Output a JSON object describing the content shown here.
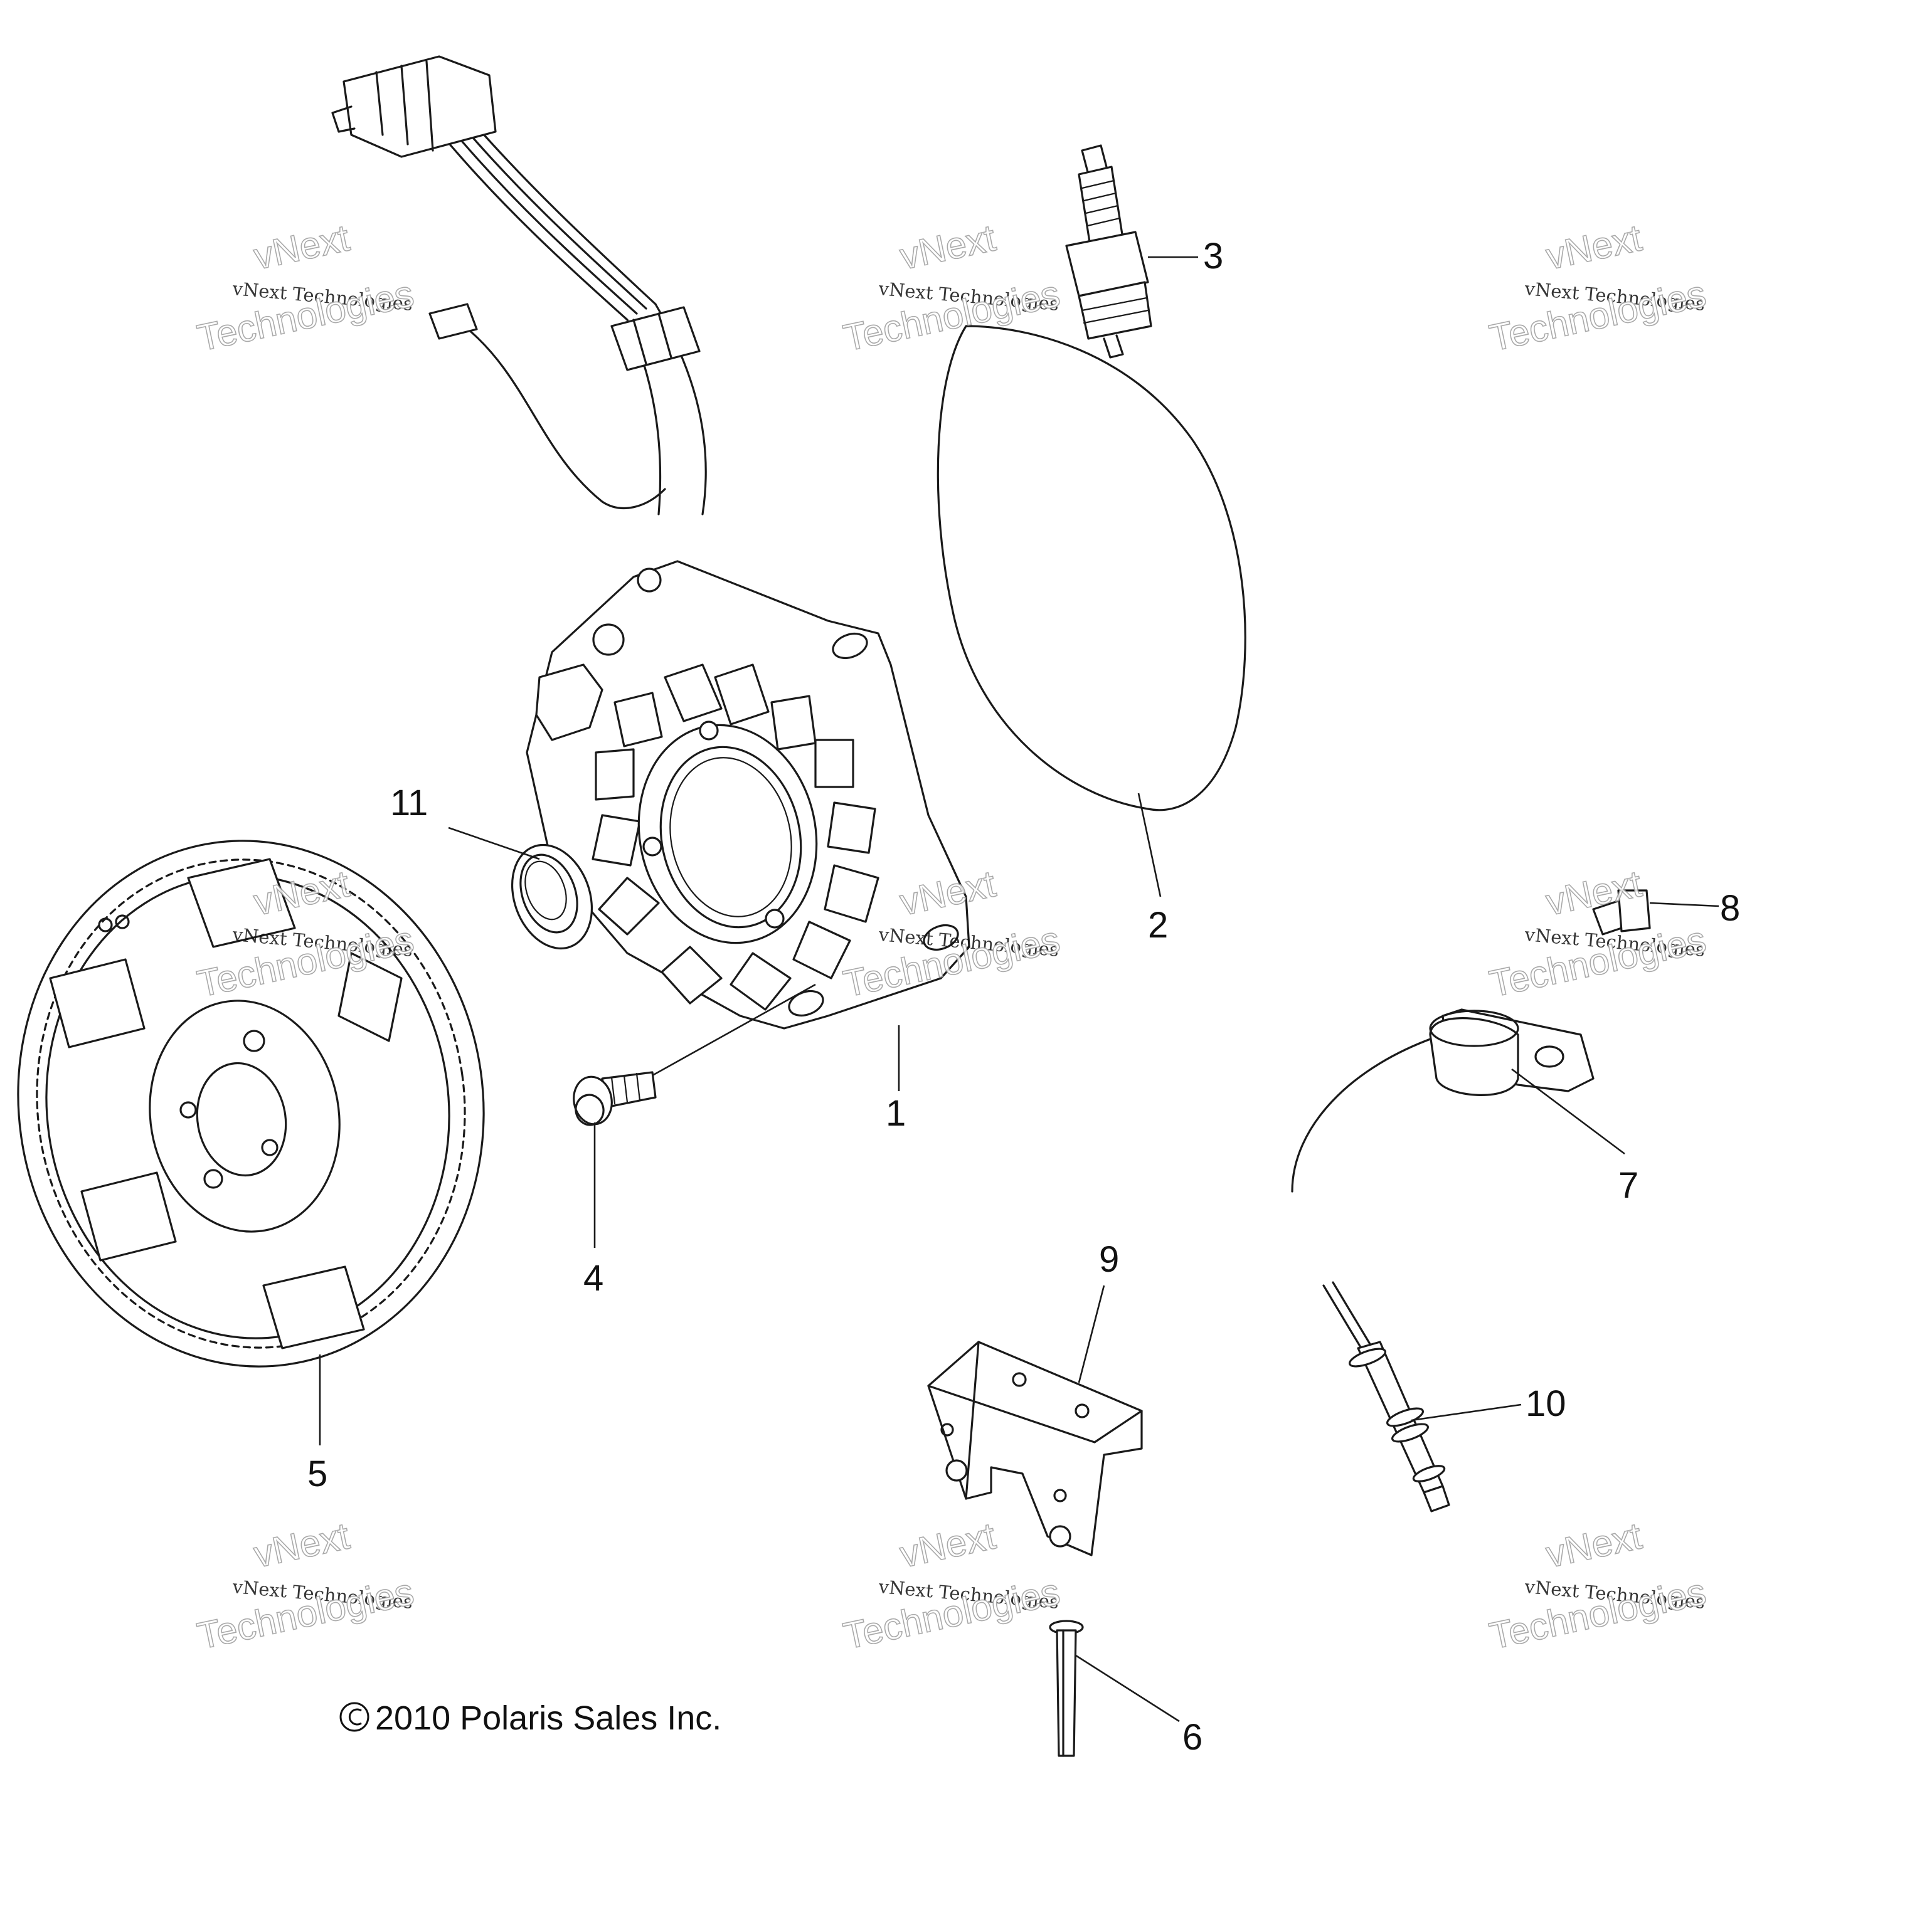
{
  "callouts": {
    "c1": "1",
    "c2": "2",
    "c3": "3",
    "c4": "4",
    "c5": "5",
    "c6": "6",
    "c7": "7",
    "c8": "8",
    "c9": "9",
    "c10": "10",
    "c11": "11"
  },
  "copyright": "2010 Polaris Sales Inc.",
  "watermark": {
    "line1": "vNext",
    "line2": "vNext Technologies",
    "line3": "Technologies"
  }
}
